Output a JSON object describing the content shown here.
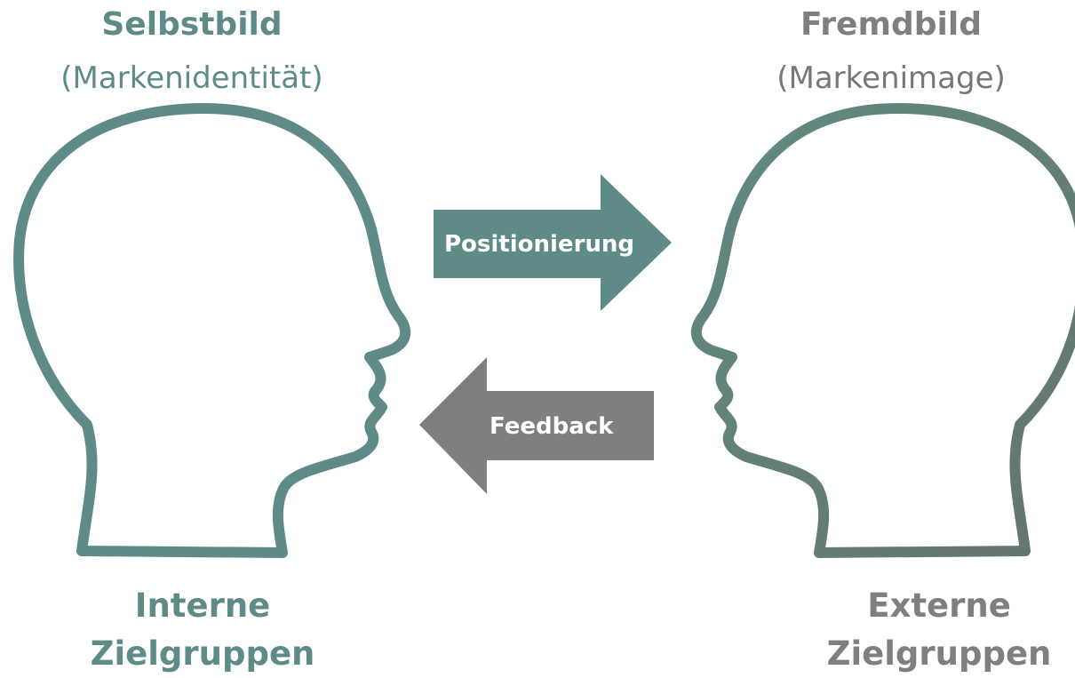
{
  "left": {
    "title": "Selbstbild",
    "subtitle": "(Markenidentität)",
    "group_line1": "Interne",
    "group_line2": "Zielgruppen"
  },
  "right": {
    "title": "Fremdbild",
    "subtitle": "(Markenimage)",
    "group_line1": "Externe",
    "group_line2": "Zielgruppen"
  },
  "arrows": {
    "forward_label": "Positionierung",
    "back_label": "Feedback"
  },
  "colors": {
    "teal": "#5e8b88",
    "teal_dark": "#5f756e",
    "gray": "#7f7f7f",
    "subtitle_gray": "#777777"
  },
  "icons": {
    "left_head": "head-profile-right-icon",
    "right_head": "head-profile-left-icon",
    "forward_arrow": "arrow-right-icon",
    "back_arrow": "arrow-left-icon"
  }
}
